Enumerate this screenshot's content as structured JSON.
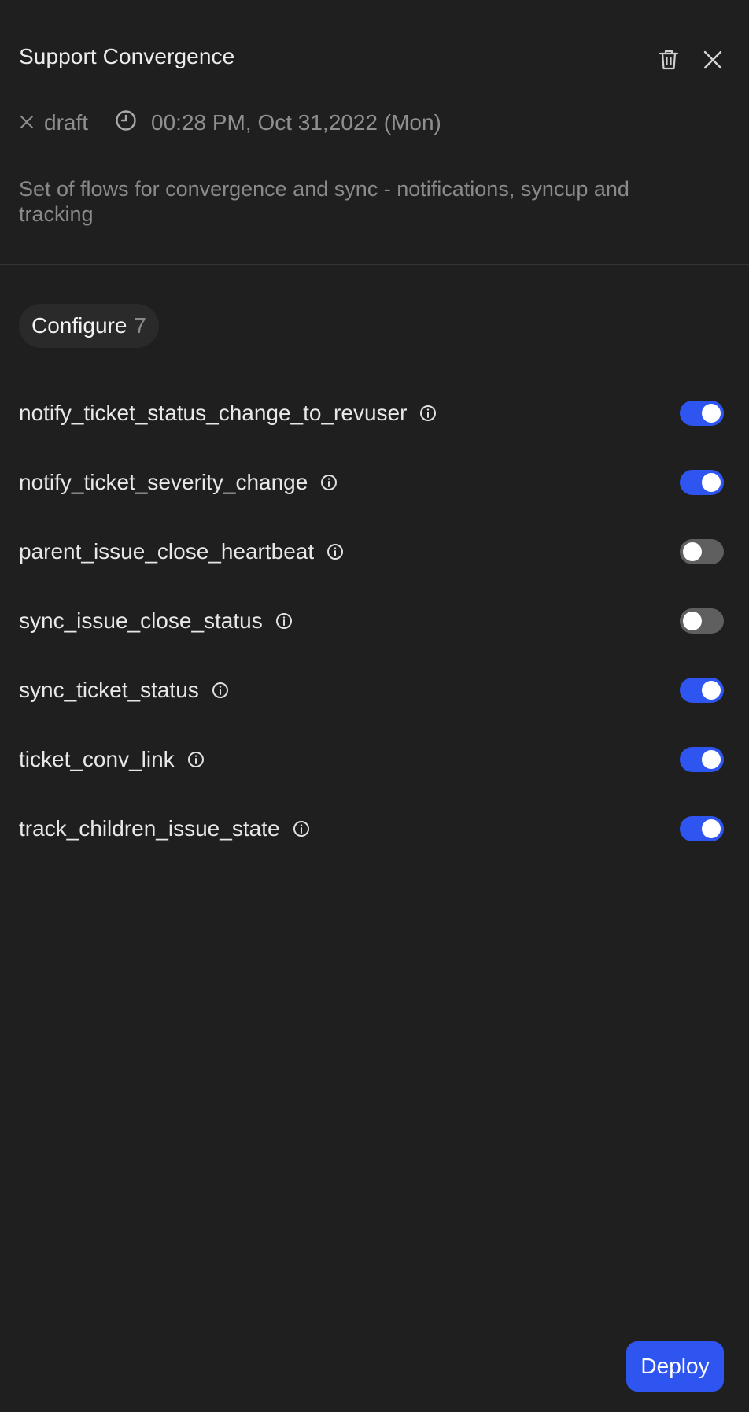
{
  "header": {
    "title": "Support Convergence",
    "delete_icon": "trash-icon",
    "close_icon": "close-icon"
  },
  "meta": {
    "status": "draft",
    "status_icon": "x-icon",
    "timestamp": "00:28 PM, Oct 31,2022 (Mon)",
    "timestamp_icon": "clock-icon"
  },
  "description": "Set of flows for convergence and sync - notifications, syncup and tracking",
  "configure": {
    "label": "Configure",
    "count": "7"
  },
  "flows": [
    {
      "name": "notify_ticket_status_change_to_revuser",
      "enabled": true
    },
    {
      "name": "notify_ticket_severity_change",
      "enabled": true
    },
    {
      "name": "parent_issue_close_heartbeat",
      "enabled": false
    },
    {
      "name": "sync_issue_close_status",
      "enabled": false
    },
    {
      "name": "sync_ticket_status",
      "enabled": true
    },
    {
      "name": "ticket_conv_link",
      "enabled": true
    },
    {
      "name": "track_children_issue_state",
      "enabled": true
    }
  ],
  "footer": {
    "deploy_label": "Deploy"
  },
  "colors": {
    "background": "#1f1f1f",
    "accent": "#2f55f0",
    "toggle_off": "#5f5f5f",
    "muted_text": "#8a8a8a"
  }
}
